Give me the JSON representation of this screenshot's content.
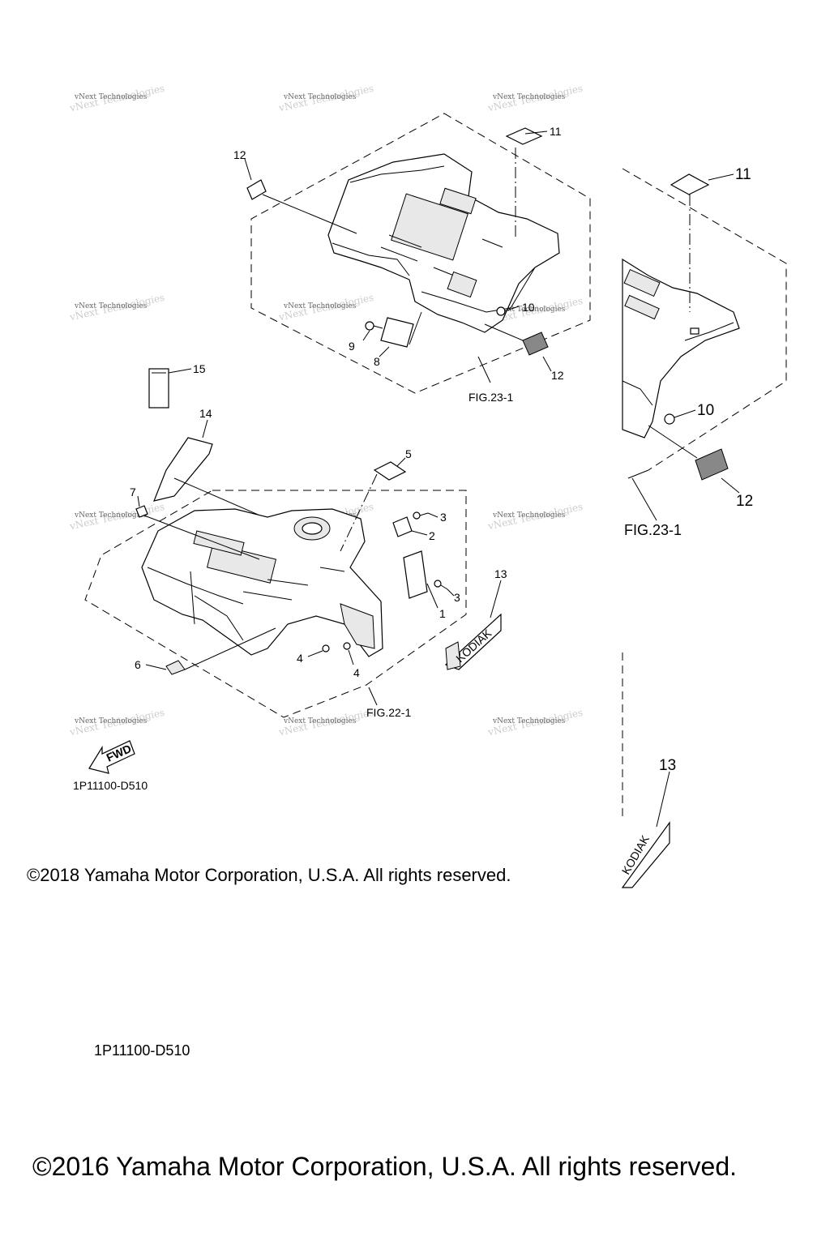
{
  "diagram": {
    "watermark": "vNext Technologies",
    "callouts": [
      "1",
      "2",
      "3",
      "4",
      "5",
      "6",
      "7",
      "8",
      "9",
      "10",
      "11",
      "12",
      "13",
      "14",
      "15"
    ],
    "figure_refs": {
      "fig23": "FIG.23-1",
      "fig22": "FIG.22-1"
    },
    "fwd_label": "FWD",
    "kodiak_label": "KODIAK",
    "diagram_code": "1P11100-D510",
    "copyright_2018": "©2018 Yamaha Motor Corporation, U.S.A. All rights reserved.",
    "copyright_2016": "©2016 Yamaha Motor Corporation, U.S.A. All rights reserved."
  }
}
